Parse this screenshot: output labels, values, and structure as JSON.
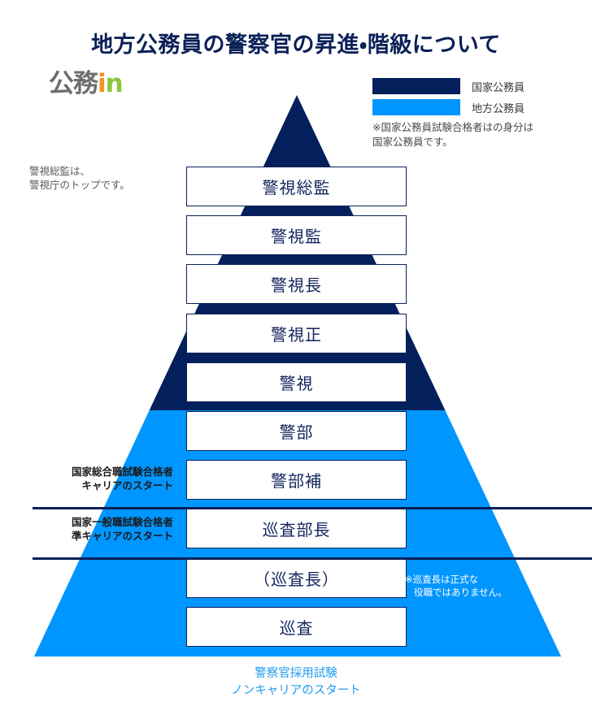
{
  "page": {
    "title": "地方公務員の警察官の昇進・階級について",
    "colors": {
      "national_navy": "#04205c",
      "local_blue": "#0096ff",
      "box_border": "#0b2057",
      "caption_blue": "#1e9bf0"
    }
  },
  "logo": {
    "part_gray": "公務",
    "part_i": "i",
    "part_n": "n",
    "dot_color": "#ec008c",
    "i_color": "#f59022",
    "n_color": "#8cc63e",
    "gray_color": "#6e6e6e"
  },
  "legend": {
    "items": [
      {
        "label": "国家公務員",
        "color": "#04205c"
      },
      {
        "label": "地方公務員",
        "color": "#0096ff"
      }
    ],
    "note_line1": "※国家公務員試験合格者はの身分は",
    "note_line2": "国家公務員です。"
  },
  "ranks": [
    {
      "label": "警視総監",
      "tier": "national"
    },
    {
      "label": "警視監",
      "tier": "national"
    },
    {
      "label": "警視長",
      "tier": "national"
    },
    {
      "label": "警視正",
      "tier": "national"
    },
    {
      "label": "警視",
      "tier": "national"
    },
    {
      "label": "警部",
      "tier": "local"
    },
    {
      "label": "警部補",
      "tier": "local"
    },
    {
      "label": "巡査部長",
      "tier": "local"
    },
    {
      "label": "（巡査長）",
      "tier": "local"
    },
    {
      "label": "巡査",
      "tier": "local"
    }
  ],
  "annotations": {
    "top_left_line1": "警視総監は、",
    "top_left_line2": "警視庁のトップです。",
    "career_line1": "国家総合職試験合格者",
    "career_line2": "キャリアのスタート",
    "semi_career_line1": "国家一般職試験合格者",
    "semi_career_line2": "準キャリアのスタート",
    "junsacho_note_line1": "※巡査長は正式な",
    "junsacho_note_line2": "役職ではありません。"
  },
  "bottom_caption": {
    "line1": "警察官採用試験",
    "line2": "ノンキャリアのスタート"
  }
}
